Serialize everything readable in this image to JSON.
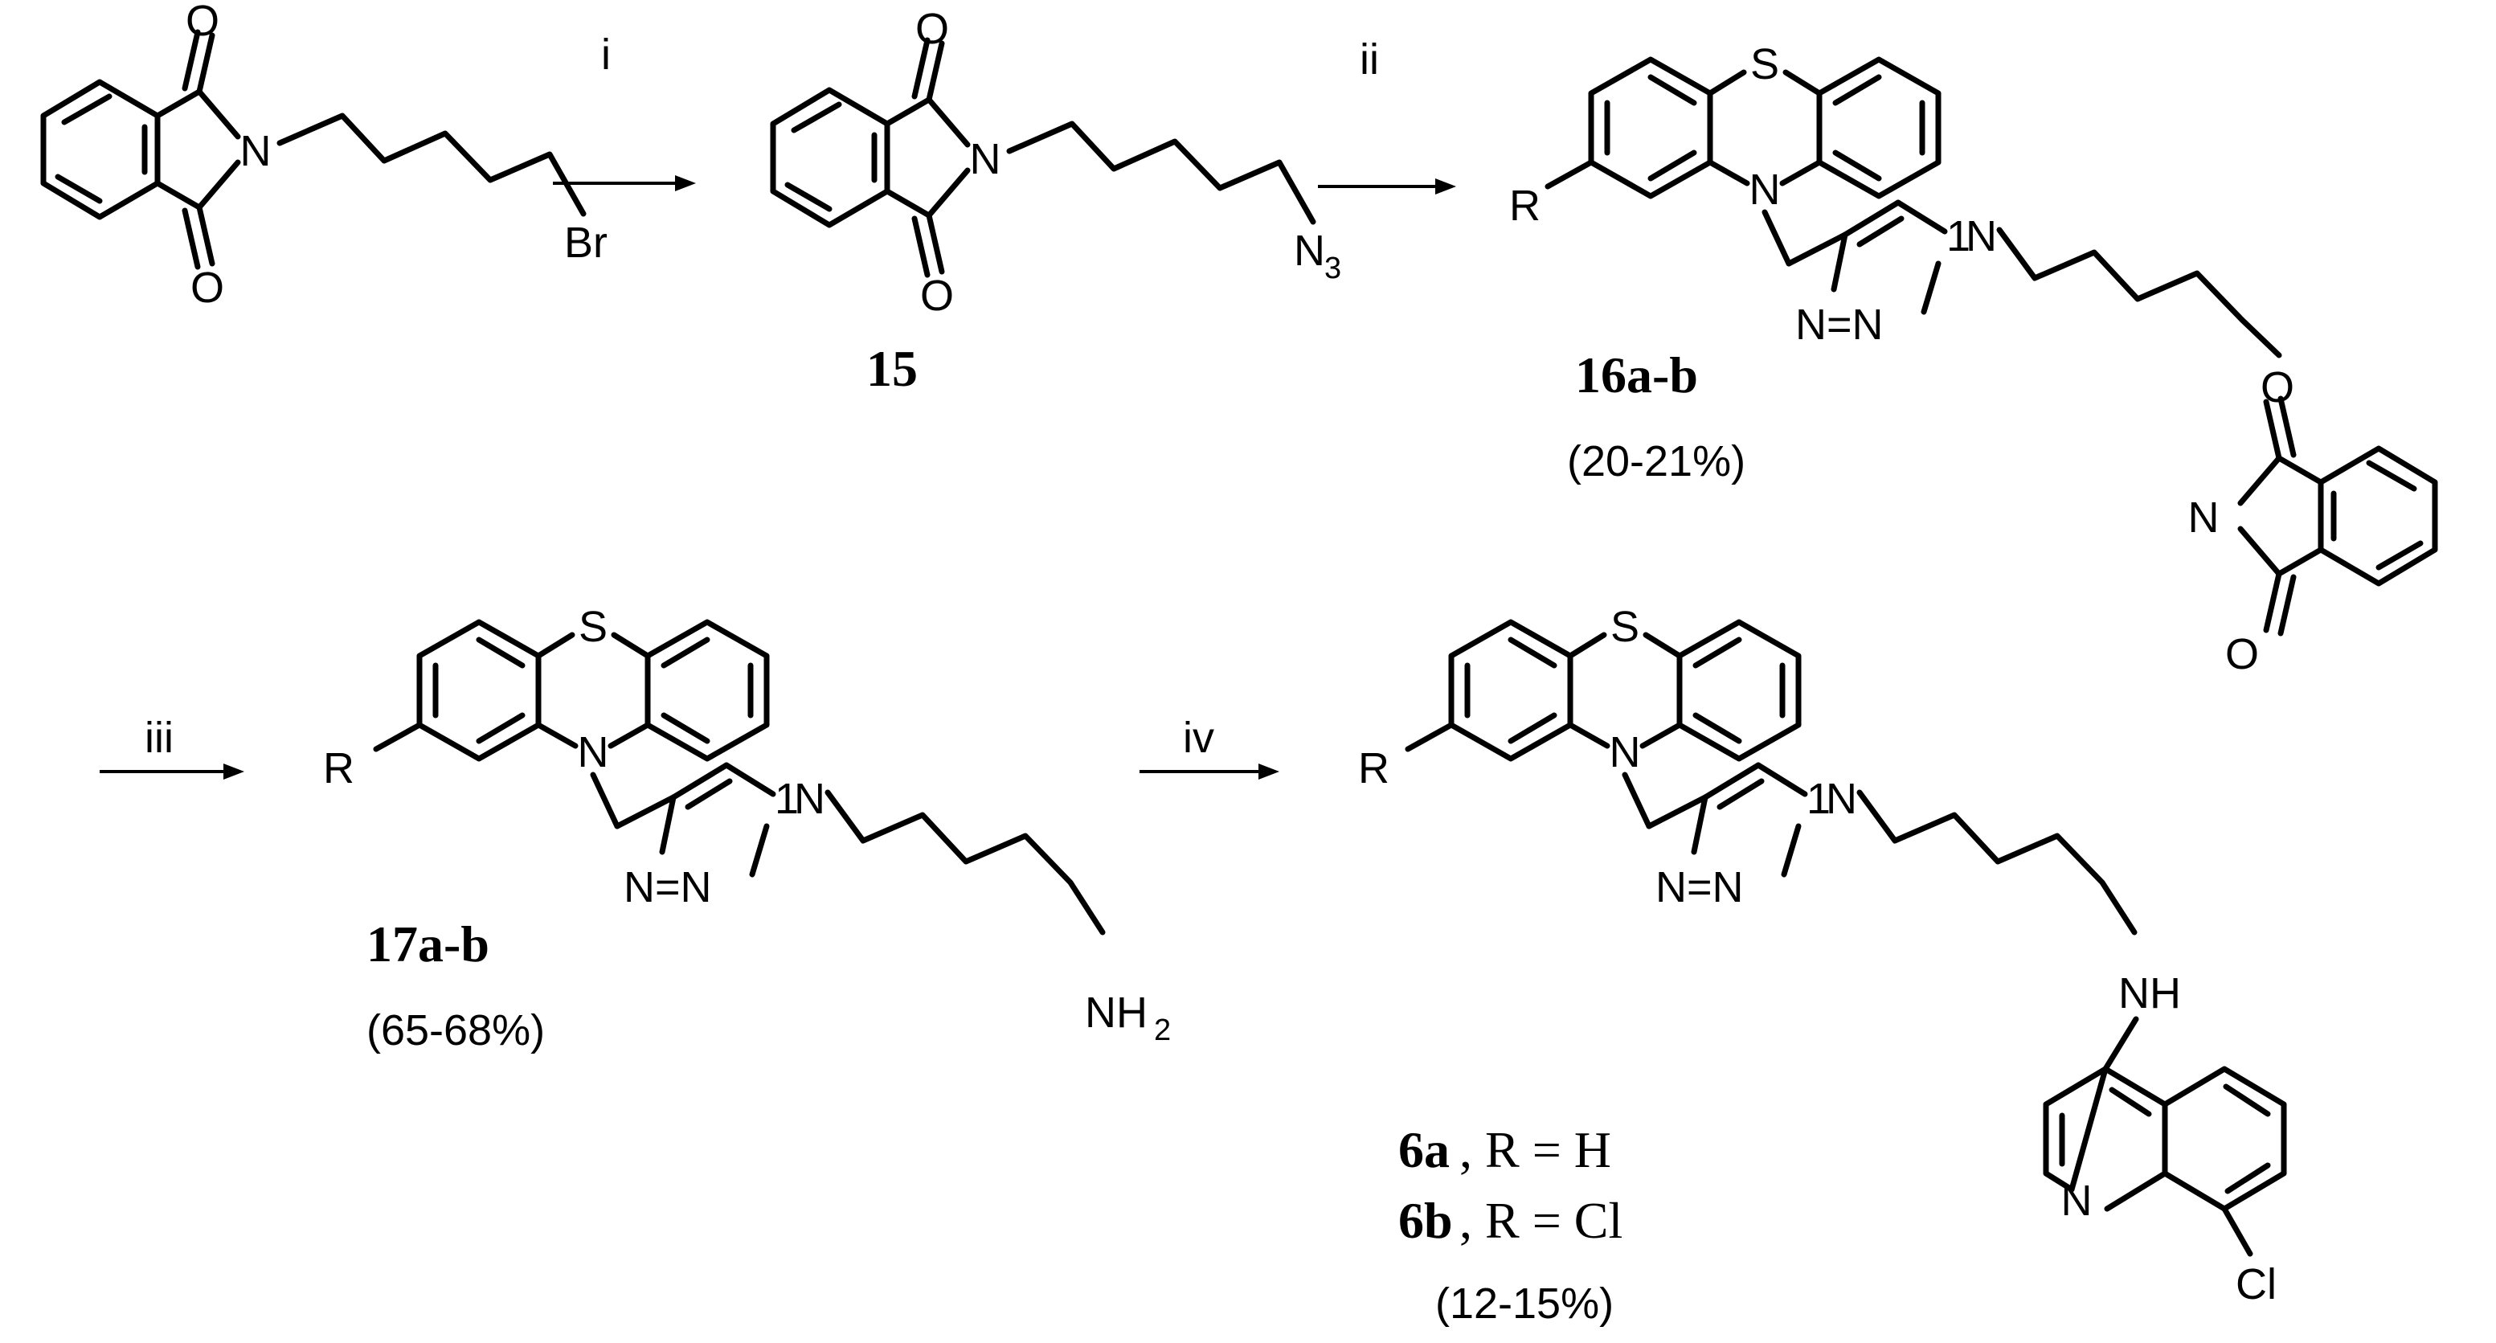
{
  "atoms": {
    "O": "O",
    "N": "N",
    "S": "S",
    "Br": "Br",
    "R": "R",
    "Cl": "Cl",
    "NH": "NH",
    "NH2": "NH",
    "NH2_sub": "2",
    "N3": "N",
    "N3_sub": "3",
    "triazole_N1": "1",
    "triazole_N1_label": "N",
    "triazole_NN": "N=N"
  },
  "reagents": {
    "step_i": "i",
    "step_ii": "ii",
    "step_iii": "iii",
    "step_iv": "iv"
  },
  "compounds": {
    "c15": "15",
    "c16": "16a-b",
    "c17": "17a-b",
    "c6a": "6a",
    "c6a_r": ", R = H",
    "c6b": "6b",
    "c6b_r": ", R = Cl"
  },
  "yields": {
    "y16": "(20-21%)",
    "y17": "(65-68%)",
    "y6": "(12-15%)"
  }
}
